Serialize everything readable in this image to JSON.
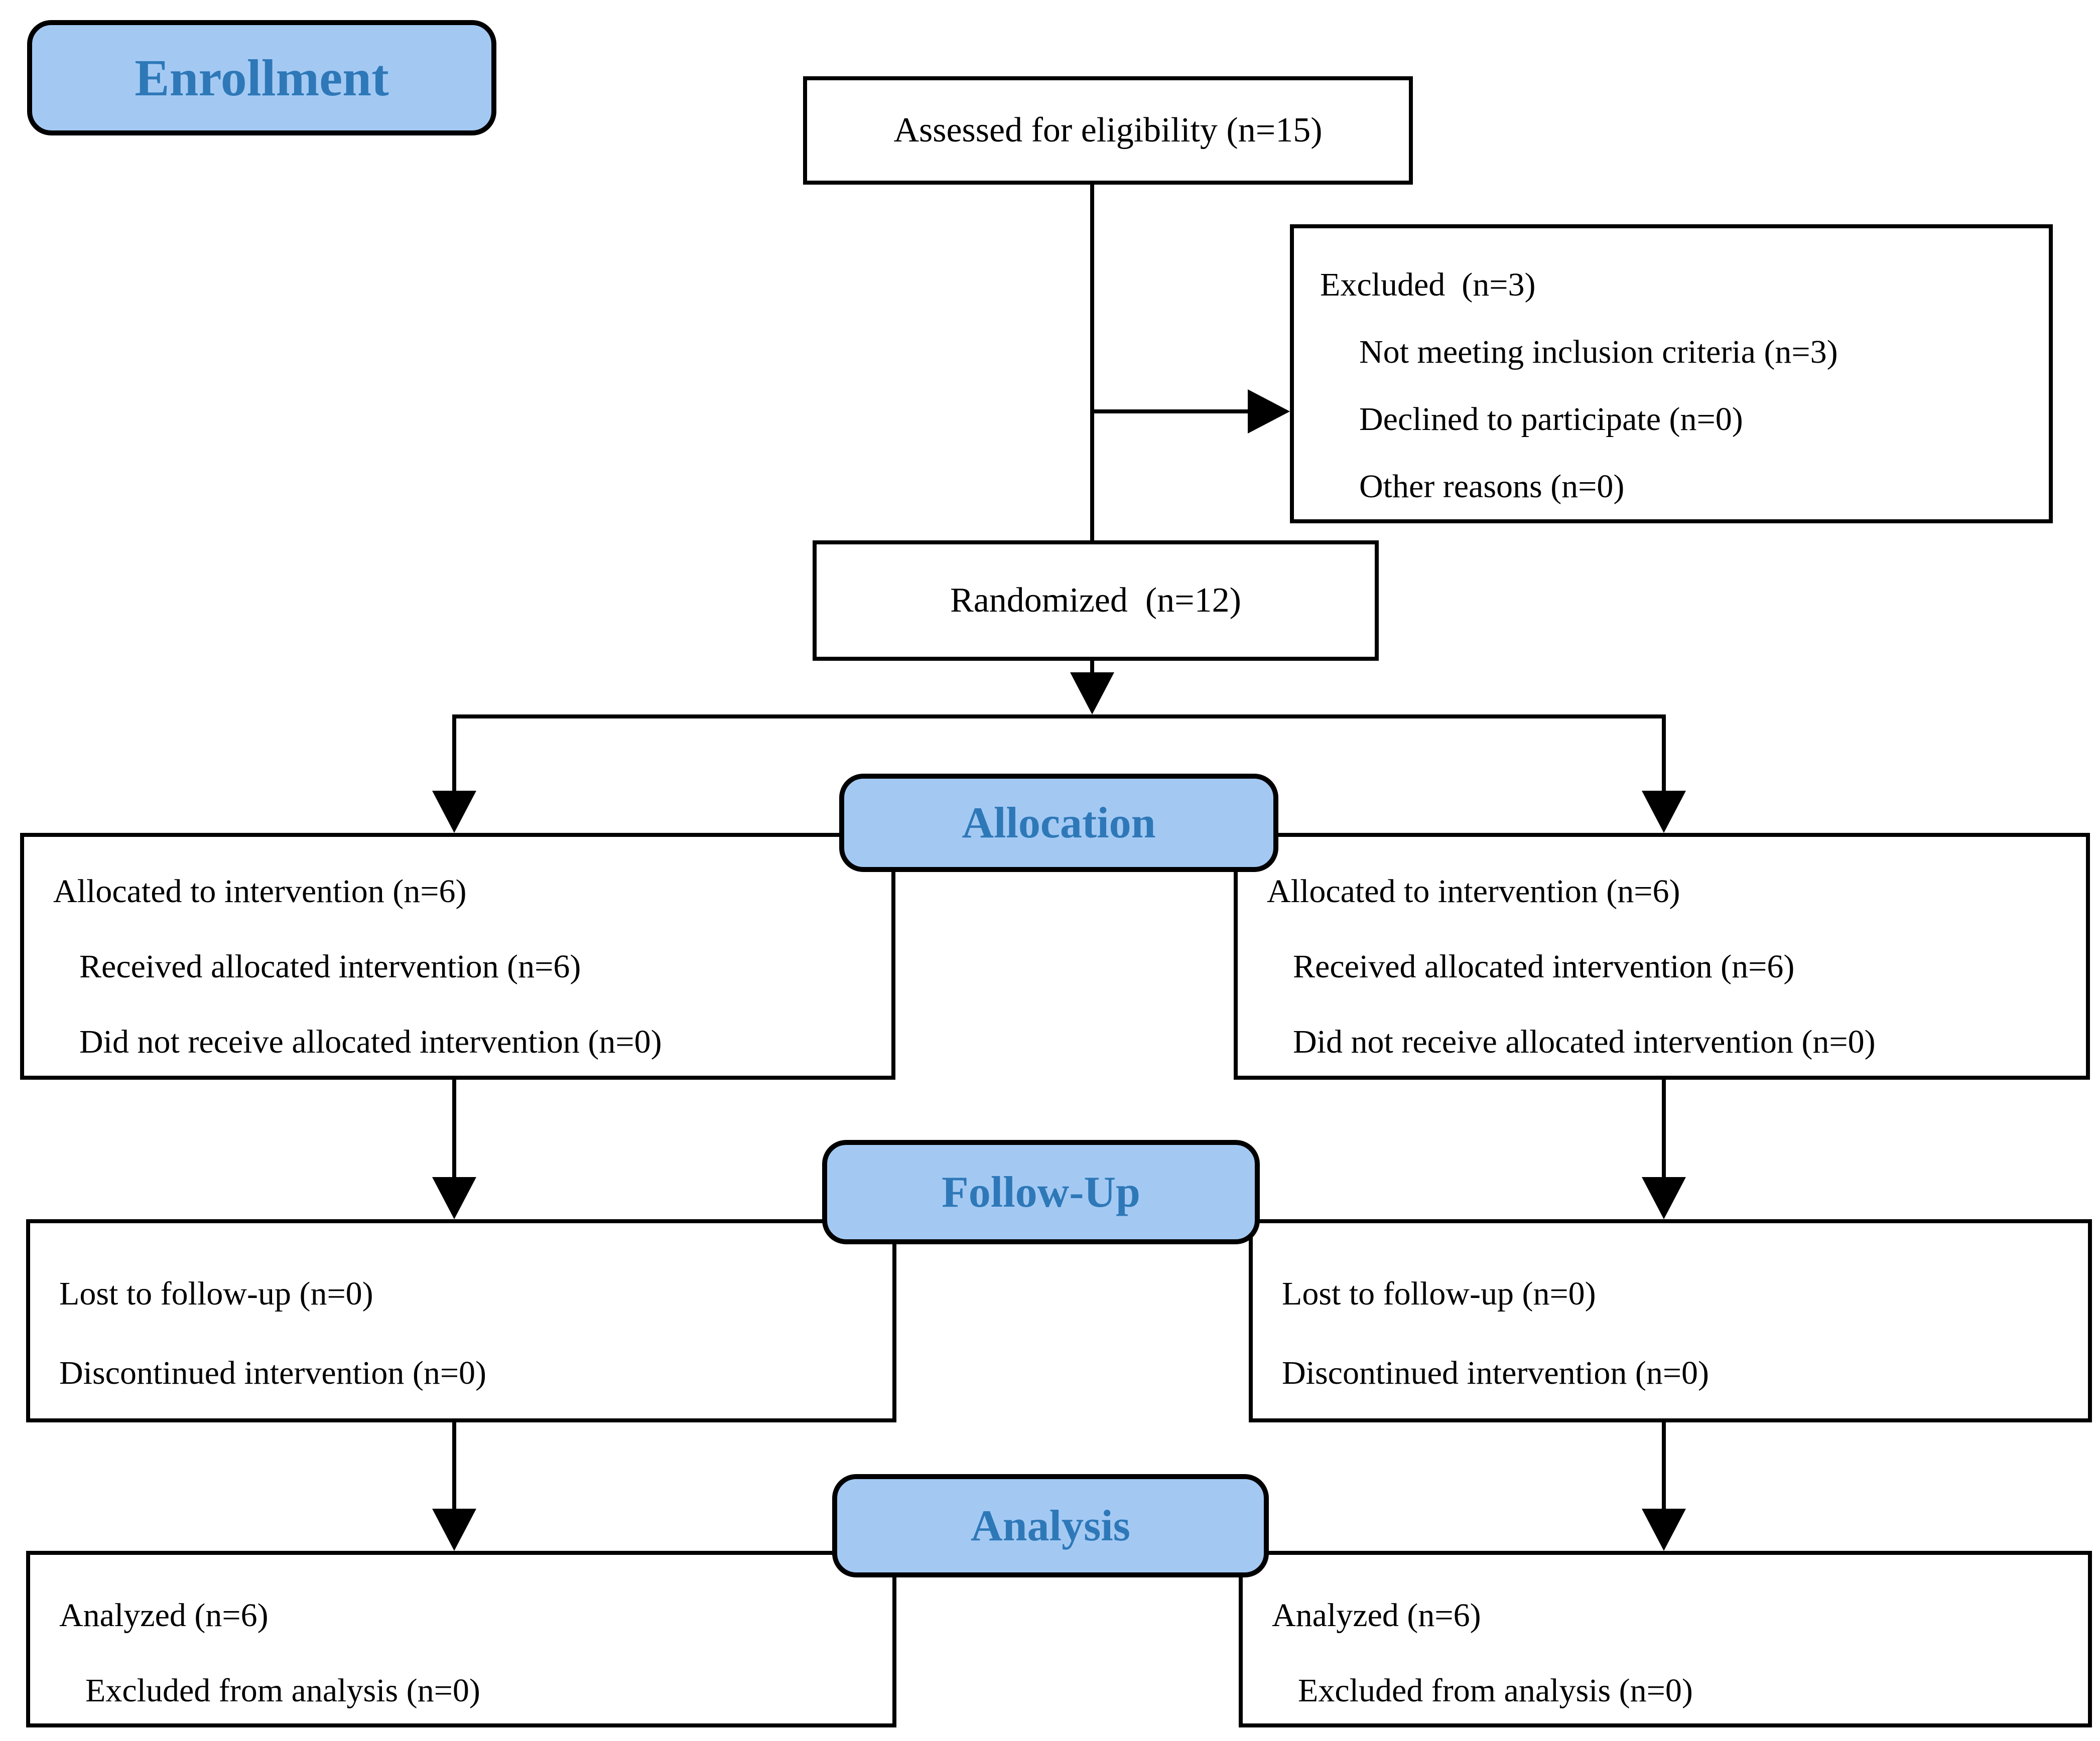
{
  "badges": {
    "enrollment": "Enrollment",
    "allocation": "Allocation",
    "followup": "Follow-Up",
    "analysis": "Analysis"
  },
  "boxes": {
    "assessed": {
      "lines": [
        "Assessed for eligibility (n=15)"
      ]
    },
    "excluded": {
      "lines": [
        "Excluded  (n=3)",
        "Not meeting inclusion criteria (n=3)",
        "Declined to participate (n=0)",
        "Other reasons (n=0)"
      ]
    },
    "randomized": {
      "lines": [
        "Randomized  (n=12)"
      ]
    },
    "allocation_left": {
      "lines": [
        "Allocated to intervention (n=6)",
        "Received allocated intervention (n=6)",
        "Did not receive allocated intervention (n=0)"
      ]
    },
    "allocation_right": {
      "lines": [
        "Allocated to intervention (n=6)",
        "Received allocated intervention (n=6)",
        "Did not receive allocated intervention (n=0)"
      ]
    },
    "followup_left": {
      "lines": [
        "Lost to follow-up (n=0)",
        "Discontinued intervention (n=0)"
      ]
    },
    "followup_right": {
      "lines": [
        "Lost to follow-up (n=0)",
        "Discontinued intervention (n=0)"
      ]
    },
    "analysis_left": {
      "lines": [
        "Analyzed (n=6)",
        "Excluded from analysis (n=0)"
      ]
    },
    "analysis_right": {
      "lines": [
        "Analyzed (n=6)",
        "Excluded from analysis (n=0)"
      ]
    }
  },
  "colors": {
    "badge_fill": "#A3C9F3",
    "badge_text": "#2E78B8",
    "line": "#000000",
    "box_bg": "#FFFFFF",
    "background": "#FFFFFF"
  }
}
